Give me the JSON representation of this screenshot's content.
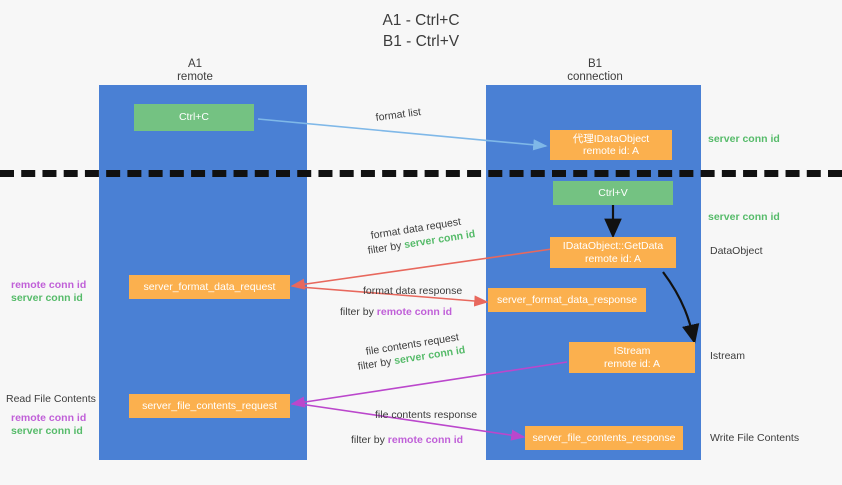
{
  "title": {
    "line1": "A1 - Ctrl+C",
    "line2": "B1 - Ctrl+V"
  },
  "lanes": [
    {
      "name": "A1",
      "sub": "remote"
    },
    {
      "name": "B1",
      "sub": "connection"
    }
  ],
  "boxes": {
    "ctrl_c": "Ctrl+C",
    "ctrl_v": "Ctrl+V",
    "proxy_idataobject_l1": "代理IDataObject",
    "proxy_idataobject_l2": "remote id: A",
    "getdata_l1": "IDataObject::GetData",
    "getdata_l2": "remote id: A",
    "istream_l1": "IStream",
    "istream_l2": "remote id: A",
    "server_format_data_request": "server_format_data_request",
    "server_format_data_response": "server_format_data_response",
    "server_file_contents_request": "server_file_contents_request",
    "server_file_contents_response": "server_file_contents_response"
  },
  "edge_labels": {
    "format_list": "format list",
    "format_data_request": "format data request",
    "format_data_response": "format data response",
    "file_contents_request": "file contents request",
    "file_contents_response": "file contents response",
    "filter_by": "filter by",
    "server_conn_id": "server conn id",
    "remote_conn_id": "remote conn id"
  },
  "right_labels": {
    "server_conn_id_top": "server conn id",
    "server_conn_id_mid": "server conn id",
    "dataobject": "DataObject",
    "istream": "Istream",
    "write_file_contents": "Write File Contents"
  },
  "left_labels": {
    "remote_conn_id_mid": "remote conn id",
    "server_conn_id_mid": "server conn id",
    "read_file_contents": "Read File Contents",
    "remote_conn_id_bot": "remote conn id",
    "server_conn_id_bot": "server conn id"
  },
  "colors": {
    "lane": "#4a80d4",
    "green_box": "#74c282",
    "orange_box": "#fbb04e",
    "green_text": "#56bb6a",
    "purple_text": "#c060d8",
    "arrow_blue": "#7fb8e8",
    "arrow_red": "#e8685d",
    "arrow_purple": "#bb47cc",
    "arrow_black": "#111111",
    "background": "#f7f7f7"
  }
}
